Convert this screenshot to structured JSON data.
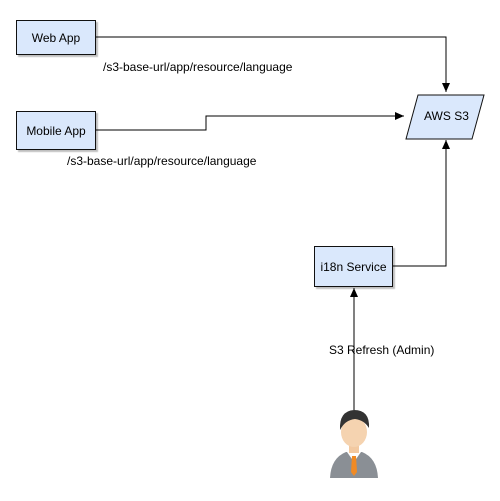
{
  "nodes": {
    "web_app": "Web App",
    "mobile_app": "Mobile App",
    "aws_s3": "AWS S3",
    "i18n_service": "i18n Service"
  },
  "edges": {
    "web_to_s3": "/s3-base-url/app/resource/language",
    "mobile_to_s3": "/s3-base-url/app/resource/language",
    "admin_to_i18n": "S3 Refresh (Admin)"
  },
  "actor": {
    "icon": "admin-user-icon"
  },
  "colors": {
    "node_fill": "#dae8fc",
    "line": "#000000"
  }
}
